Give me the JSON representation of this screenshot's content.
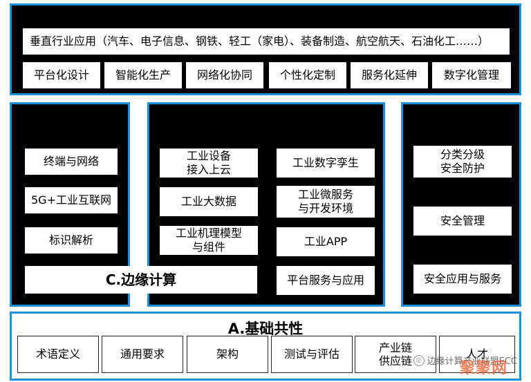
{
  "top_panel": {
    "header": "垂直行业应用（汽车、电子信息、钢铁、轻工（家电）、装备制造、航空航天、石油化工……）",
    "items": [
      "平台化设计",
      "智能化生产",
      "网络化协同",
      "个性化定制",
      "服务化延伸",
      "数字化管理"
    ]
  },
  "left_panel": {
    "items": [
      "终端与网络",
      "5G+工业互联网",
      "标识解析"
    ],
    "edge_title": "C.边缘计算"
  },
  "middle_panel": {
    "left_col": [
      "工业设备\n接入上云",
      "工业大数据",
      "工业机理模型\n与组件"
    ],
    "right_col": [
      "工业数字孪生",
      "工业微服务\n与开发环境",
      "工业APP",
      "平台服务与应用"
    ]
  },
  "right_panel": {
    "items": [
      "分类分级\n安全防护",
      "安全管理",
      "安全应用与服务"
    ]
  },
  "foundation": {
    "title": "A.基础共性",
    "items": [
      "术语定义",
      "通用要求",
      "架构",
      "测试与评估",
      "产业链\n供应链",
      "人才"
    ]
  },
  "watermark": {
    "text": "边缘计算产业联盟ECC",
    "logo": "聚聚网"
  },
  "colors": {
    "panel_bg": "#000000",
    "panel_border": "#1e90d8",
    "box_bg": "#ffffff"
  }
}
